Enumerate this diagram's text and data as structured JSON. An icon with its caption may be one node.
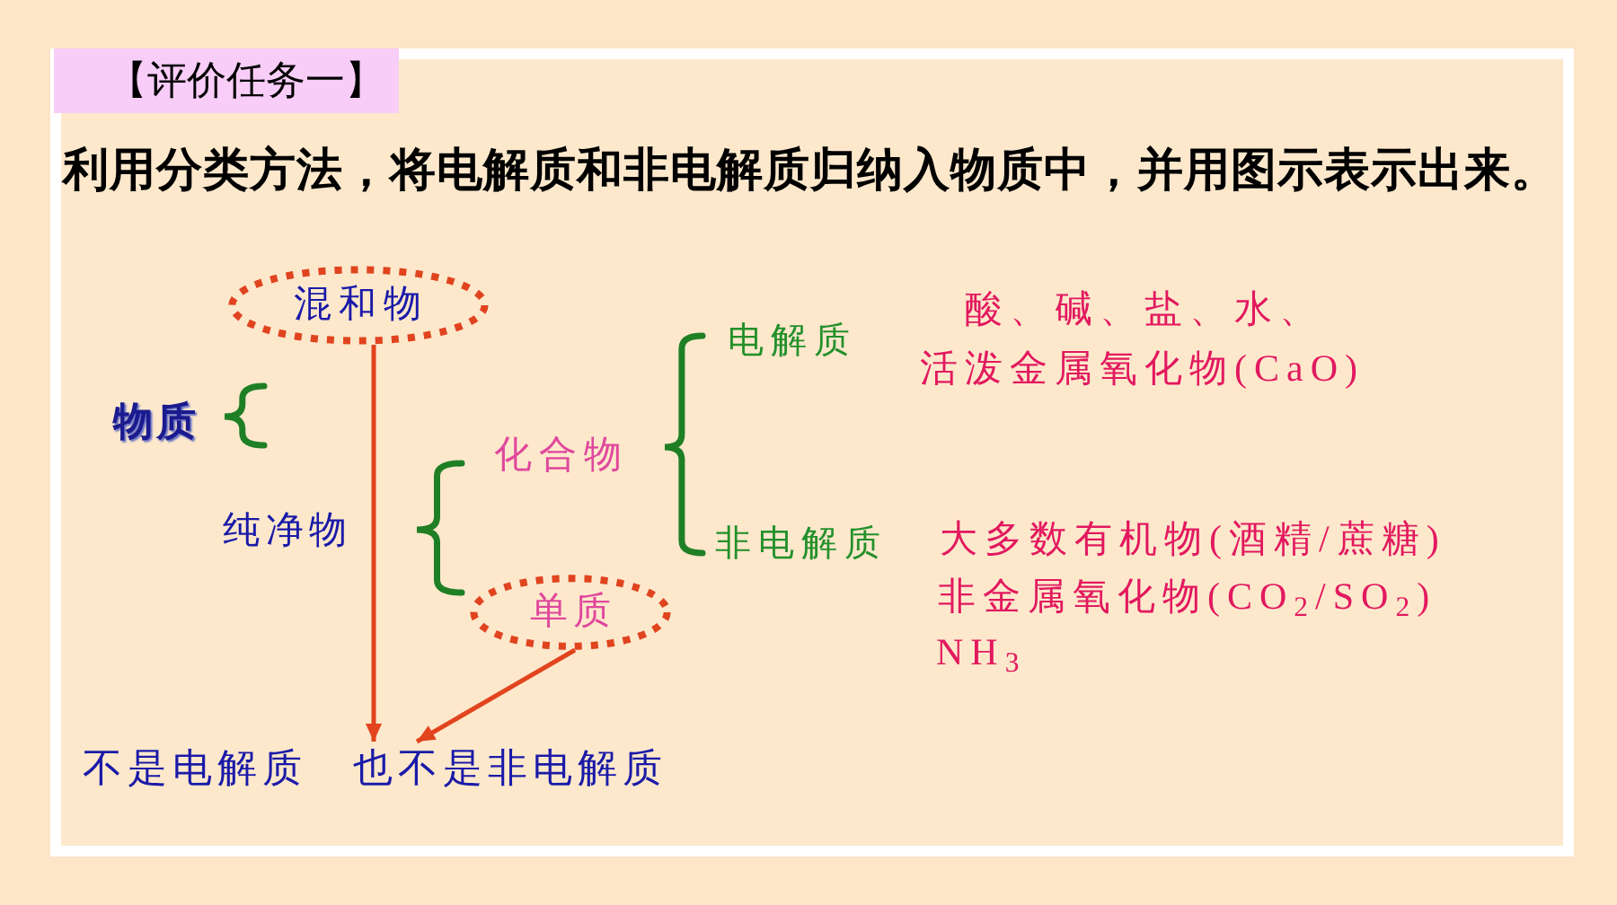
{
  "diagram": {
    "title": "【评价任务一】",
    "nodes": [
      {
        "text": [
          "物质"
        ]
      },
      {
        "text": [
          "混和物"
        ]
      },
      {
        "text": [
          "纯净物"
        ]
      },
      {
        "text": [
          "化合物"
        ]
      },
      {
        "text": [
          "单质"
        ]
      },
      {
        "text": [
          "电解质"
        ],
        "beside": [
          "酸、碱、盐、水、",
          "活泼金属氧化物(CaO)"
        ]
      },
      {
        "text": [
          "非电解质"
        ],
        "beside": [
          "大多数有机物(酒精/蔗糖)",
          "非金属氧化物(CO$_{2}$/SO$_{2}$)",
          "NH$_{3}$"
        ]
      },
      {
        "text": [
          "不是电解质 也不是非电解质"
        ]
      }
    ],
    "edges": [
      {
        "from": 1,
        "to": 7,
        "arrow": "to"
      },
      {
        "from": 4,
        "to": 7,
        "arrow": "to"
      }
    ],
    "labels": [
      "利用分类方法，将电解质和非电解质归纳入物质中，并用图示表示出来。"
    ]
  }
}
